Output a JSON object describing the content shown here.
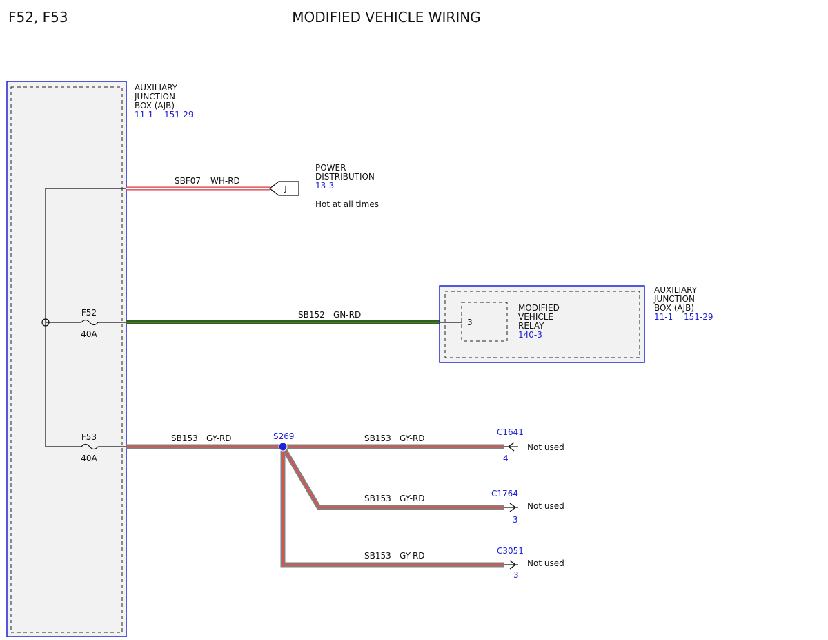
{
  "header": {
    "fuses": "F52, F53",
    "title": "MODIFIED VEHICLE WIRING"
  },
  "colors": {
    "component_border": "#1f22d6",
    "component_fill": "#f2f2f2",
    "ref_text": "#1f22d6",
    "wire_gn_rd_green": "#2f5e1e",
    "wire_gy_rd_gray": "#808080",
    "wire_gy_rd_stripe": "#e0504a",
    "wire_wh_rd_stripe": "#d9303a",
    "splice": "#1f22d6"
  },
  "ajb_left": {
    "name_lines": [
      "AUXILIARY",
      "JUNCTION",
      "BOX (AJB)"
    ],
    "refs": [
      "11-1",
      "151-29"
    ]
  },
  "power_distribution": {
    "name_lines": [
      "POWER",
      "DISTRIBUTION"
    ],
    "ref": "13-3",
    "note": "Hot at all times",
    "connector_pin": "J"
  },
  "fuses": [
    {
      "id": "F52",
      "rating": "40A"
    },
    {
      "id": "F53",
      "rating": "40A"
    }
  ],
  "wires": {
    "sbf07": {
      "circuit": "SBF07",
      "color": "WH-RD"
    },
    "sb152": {
      "circuit": "SB152",
      "color": "GN-RD"
    },
    "sb153_main": {
      "circuit": "SB153",
      "color": "GY-RD"
    },
    "sb153_c1641": {
      "circuit": "SB153",
      "color": "GY-RD"
    },
    "sb153_c1764": {
      "circuit": "SB153",
      "color": "GY-RD"
    },
    "sb153_c3051": {
      "circuit": "SB153",
      "color": "GY-RD"
    }
  },
  "splice": {
    "id": "S269"
  },
  "ajb_right": {
    "name_lines": [
      "AUXILIARY",
      "JUNCTION",
      "BOX (AJB)"
    ],
    "refs": [
      "11-1",
      "151-29"
    ],
    "relay": {
      "pin": "3",
      "name_lines": [
        "MODIFIED",
        "VEHICLE",
        "RELAY"
      ],
      "ref": "140-3"
    }
  },
  "connectors": [
    {
      "id": "C1641",
      "pin": "4",
      "note": "Not used"
    },
    {
      "id": "C1764",
      "pin": "3",
      "note": "Not used"
    },
    {
      "id": "C3051",
      "pin": "3",
      "note": "Not used"
    }
  ]
}
